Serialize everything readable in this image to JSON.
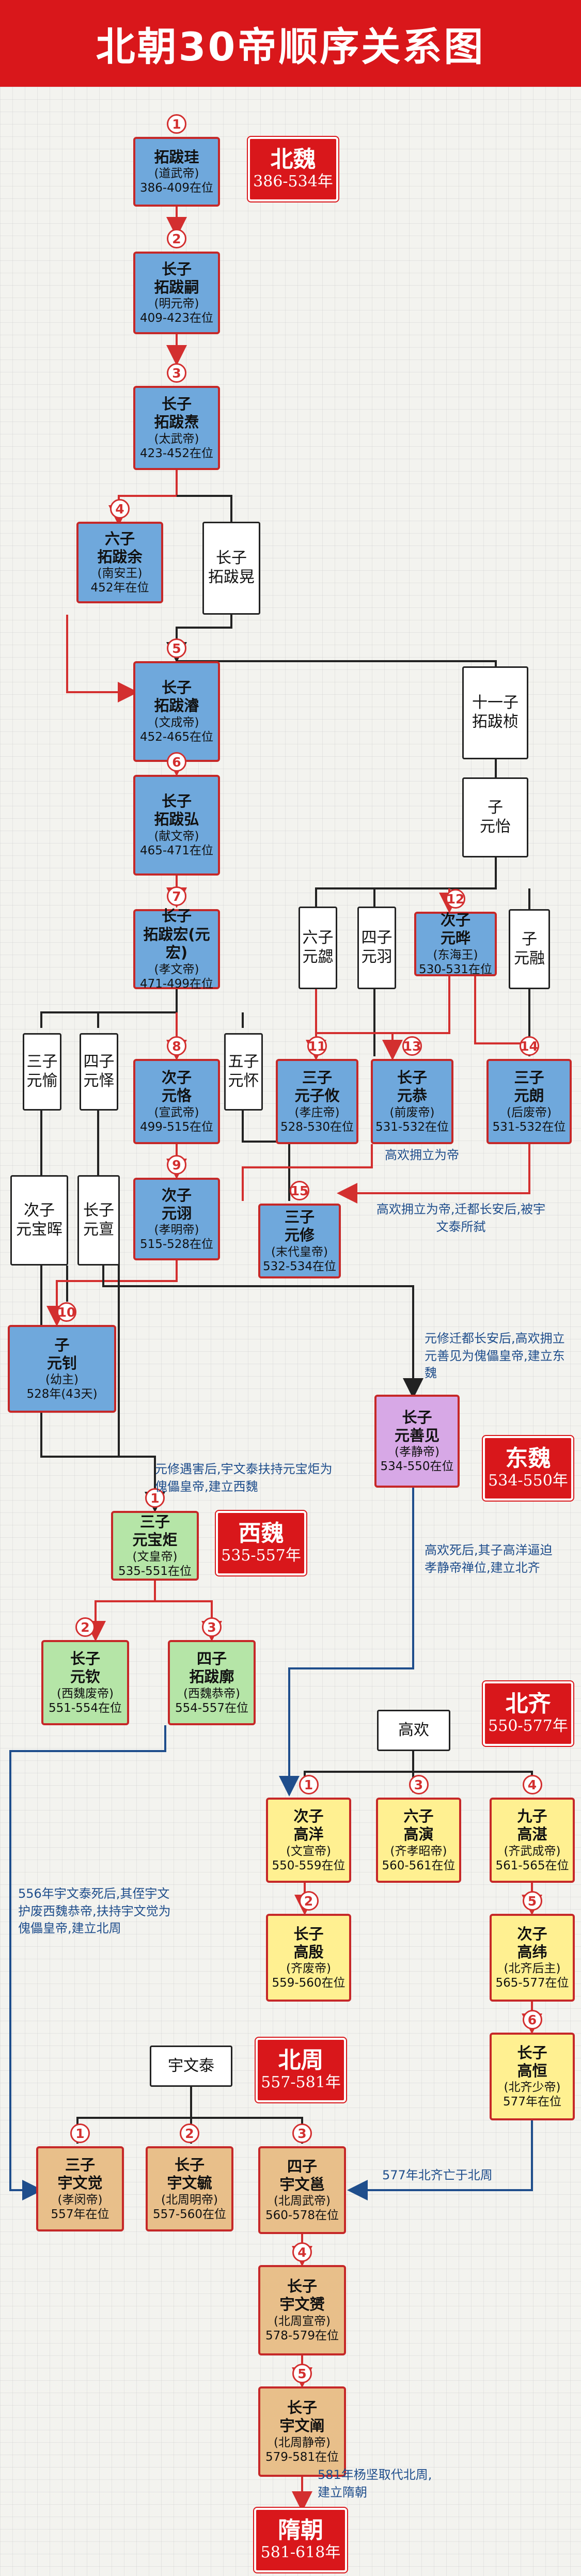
{
  "title": "北朝30帝顺序关系图",
  "colors": {
    "red": "#d9171b",
    "line_red": "#d32f2f",
    "line_blue": "#1f4e8c",
    "line_black": "#222222"
  },
  "dynasties": {
    "beiwei": {
      "name": "北魏",
      "years": "386-534年"
    },
    "dongwei": {
      "name": "东魏",
      "years": "534-550年"
    },
    "xiwei": {
      "name": "西魏",
      "years": "535-557年"
    },
    "beiqi": {
      "name": "北齐",
      "years": "550-577年"
    },
    "beizhou": {
      "name": "北周",
      "years": "557-581年"
    },
    "suichao": {
      "name": "隋朝",
      "years": "581-618年"
    }
  },
  "nodes": {
    "tuobagui": {
      "num": "1",
      "l1": "拓跋珪",
      "l2": "",
      "l3": "(道武帝)",
      "l4": "386-409在位"
    },
    "tuobasi": {
      "num": "2",
      "l1": "长子",
      "l2": "拓跋嗣",
      "l3": "(明元帝)",
      "l4": "409-423在位"
    },
    "tuobatao": {
      "num": "3",
      "l1": "长子",
      "l2": "拓跋焘",
      "l3": "(太武帝)",
      "l4": "423-452在位"
    },
    "tuobayu": {
      "num": "4",
      "l1": "六子",
      "l2": "拓跋余",
      "l3": "(南安王)",
      "l4": "452年在位"
    },
    "tuobahuang": {
      "l1": "长子",
      "l2": "拓跋晃"
    },
    "tuobajun": {
      "num": "5",
      "l1": "长子",
      "l2": "拓跋濬",
      "l3": "(文成帝)",
      "l4": "452-465在位"
    },
    "tuobazhen": {
      "l1": "十一子",
      "l2": "拓跋桢"
    },
    "tuobahong": {
      "num": "6",
      "l1": "长子",
      "l2": "拓跋弘",
      "l3": "(献文帝)",
      "l4": "465-471在位"
    },
    "yuanyi": {
      "l1": "子",
      "l2": "元怡"
    },
    "yuanhong": {
      "num": "7",
      "l1": "长子",
      "l2": "拓跋宏(元宏)",
      "l3": "(孝文帝)",
      "l4": "471-499在位"
    },
    "yuanxie": {
      "l1": "六子",
      "l2": "元勰"
    },
    "yuanyu2": {
      "l1": "四子",
      "l2": "元羽"
    },
    "yuanye": {
      "num": "12",
      "l1": "次子",
      "l2": "元晔",
      "l3": "(东海王)",
      "l4": "530-531在位"
    },
    "yuanrong": {
      "l1": "子",
      "l2": "元融"
    },
    "yuanyu": {
      "l1": "三子",
      "l2": "元愉"
    },
    "yuanyi2": {
      "l1": "四子",
      "l2": "元怿"
    },
    "yuanke": {
      "num": "8",
      "l1": "次子",
      "l2": "元恪",
      "l3": "(宣武帝)",
      "l4": "499-515在位"
    },
    "yuanhuai": {
      "l1": "五子",
      "l2": "元怀"
    },
    "yuanziyou": {
      "num": "11",
      "l1": "三子",
      "l2": "元子攸",
      "l3": "(孝庄帝)",
      "l4": "528-530在位"
    },
    "yuangong": {
      "num": "13",
      "l1": "长子",
      "l2": "元恭",
      "l3": "(前废帝)",
      "l4": "531-532在位"
    },
    "yuanlang": {
      "num": "14",
      "l1": "三子",
      "l2": "元朗",
      "l3": "(后废帝)",
      "l4": "531-532在位"
    },
    "yuanbaoju_f": {
      "l1": "次子",
      "l2": "元宝晖"
    },
    "yuanxuan": {
      "l1": "长子",
      "l2": "元亶"
    },
    "yuanxu": {
      "num": "9",
      "l1": "次子",
      "l2": "元诩",
      "l3": "(孝明帝)",
      "l4": "515-528在位"
    },
    "yuanxiu": {
      "num": "15",
      "l1": "三子",
      "l2": "元修",
      "l3": "(末代皇帝)",
      "l4": "532-534在位"
    },
    "yuanzhao": {
      "num": "10",
      "l1": "子",
      "l2": "元钊",
      "l3": "(幼主)",
      "l4": "528年(43天)"
    },
    "yuanshanjian": {
      "l1": "长子",
      "l2": "元善见",
      "l3": "(孝静帝)",
      "l4": "534-550在位"
    },
    "yuanbaoju": {
      "num": "1",
      "l1": "三子",
      "l2": "元宝炬",
      "l3": "(文皇帝)",
      "l4": "535-551在位"
    },
    "yuanqin": {
      "num": "2",
      "l1": "长子",
      "l2": "元钦",
      "l3": "(西魏废帝)",
      "l4": "551-554在位"
    },
    "tuobakuo": {
      "num": "3",
      "l1": "四子",
      "l2": "拓跋廓",
      "l3": "(西魏恭帝)",
      "l4": "554-557在位"
    },
    "gaohuan": {
      "l1": "高欢",
      "l2": ""
    },
    "gaoyang": {
      "num": "1",
      "l1": "次子",
      "l2": "高洋",
      "l3": "(文宣帝)",
      "l4": "550-559在位"
    },
    "gaoyan": {
      "num": "3",
      "l1": "六子",
      "l2": "高演",
      "l3": "(齐孝昭帝)",
      "l4": "560-561在位"
    },
    "gaozhan": {
      "num": "4",
      "l1": "九子",
      "l2": "高湛",
      "l3": "(齐武成帝)",
      "l4": "561-565在位"
    },
    "gaoyin": {
      "num": "2",
      "l1": "长子",
      "l2": "高殷",
      "l3": "(齐废帝)",
      "l4": "559-560在位"
    },
    "gaowei": {
      "num": "5",
      "l1": "次子",
      "l2": "高纬",
      "l3": "(北齐后主)",
      "l4": "565-577在位"
    },
    "gaoheng": {
      "num": "6",
      "l1": "长子",
      "l2": "高恒",
      "l3": "(北齐少帝)",
      "l4": "577年在位"
    },
    "yuwentai": {
      "l1": "宇文泰",
      "l2": ""
    },
    "yuwenjue": {
      "num": "1",
      "l1": "三子",
      "l2": "宇文觉",
      "l3": "(孝闵帝)",
      "l4": "557年在位"
    },
    "yuwenyu": {
      "num": "2",
      "l1": "长子",
      "l2": "宇文毓",
      "l3": "(北周明帝)",
      "l4": "557-560在位"
    },
    "yuwenyong": {
      "num": "3",
      "l1": "四子",
      "l2": "宇文邕",
      "l3": "(北周武帝)",
      "l4": "560-578在位"
    },
    "yuwenyun": {
      "num": "4",
      "l1": "长子",
      "l2": "宇文赟",
      "l3": "(北周宣帝)",
      "l4": "578-579在位"
    },
    "yuwenchan": {
      "num": "5",
      "l1": "长子",
      "l2": "宇文阐",
      "l3": "(北周静帝)",
      "l4": "579-581在位"
    }
  },
  "notes": {
    "n1": "高欢拥立为帝",
    "n2": "高欢拥立为帝,迁都长安后,被宇文泰所弑",
    "n3": "元修迁都长安后,高欢拥立元善见为傀儡皇帝,建立东魏",
    "n4": "元修遇害后,宇文泰扶持元宝炬为傀儡皇帝,建立西魏",
    "n5": "高欢死后,其子高洋逼迫孝静帝禅位,建立北齐",
    "n6": "556年宇文泰死后,其侄宇文护废西魏恭帝,扶持宇文觉为傀儡皇帝,建立北周",
    "n7": "577年北齐亡于北周",
    "n8": "581年杨坚取代北周,建立隋朝"
  }
}
